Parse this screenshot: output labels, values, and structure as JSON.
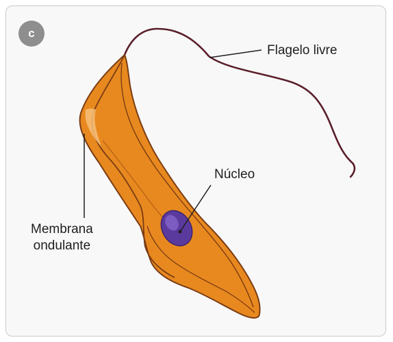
{
  "panel": {
    "badge": "c"
  },
  "labels": {
    "flagelo_livre": "Flagelo livre",
    "nucleo": "Núcleo",
    "membrana_line1": "Membrana",
    "membrana_line2": "ondulante"
  },
  "colors": {
    "body_fill": "#e8891f",
    "body_highlight": "#f6c07a",
    "body_outline": "#7a3c14",
    "flagellum": "#5a1e2a",
    "nucleus": "#5b3a9e",
    "nucleus_light": "#8a6bd0",
    "leader_line": "#1e1e1e",
    "badge_fill": "#8e8e8e",
    "frame_border": "#c9c9c9"
  }
}
